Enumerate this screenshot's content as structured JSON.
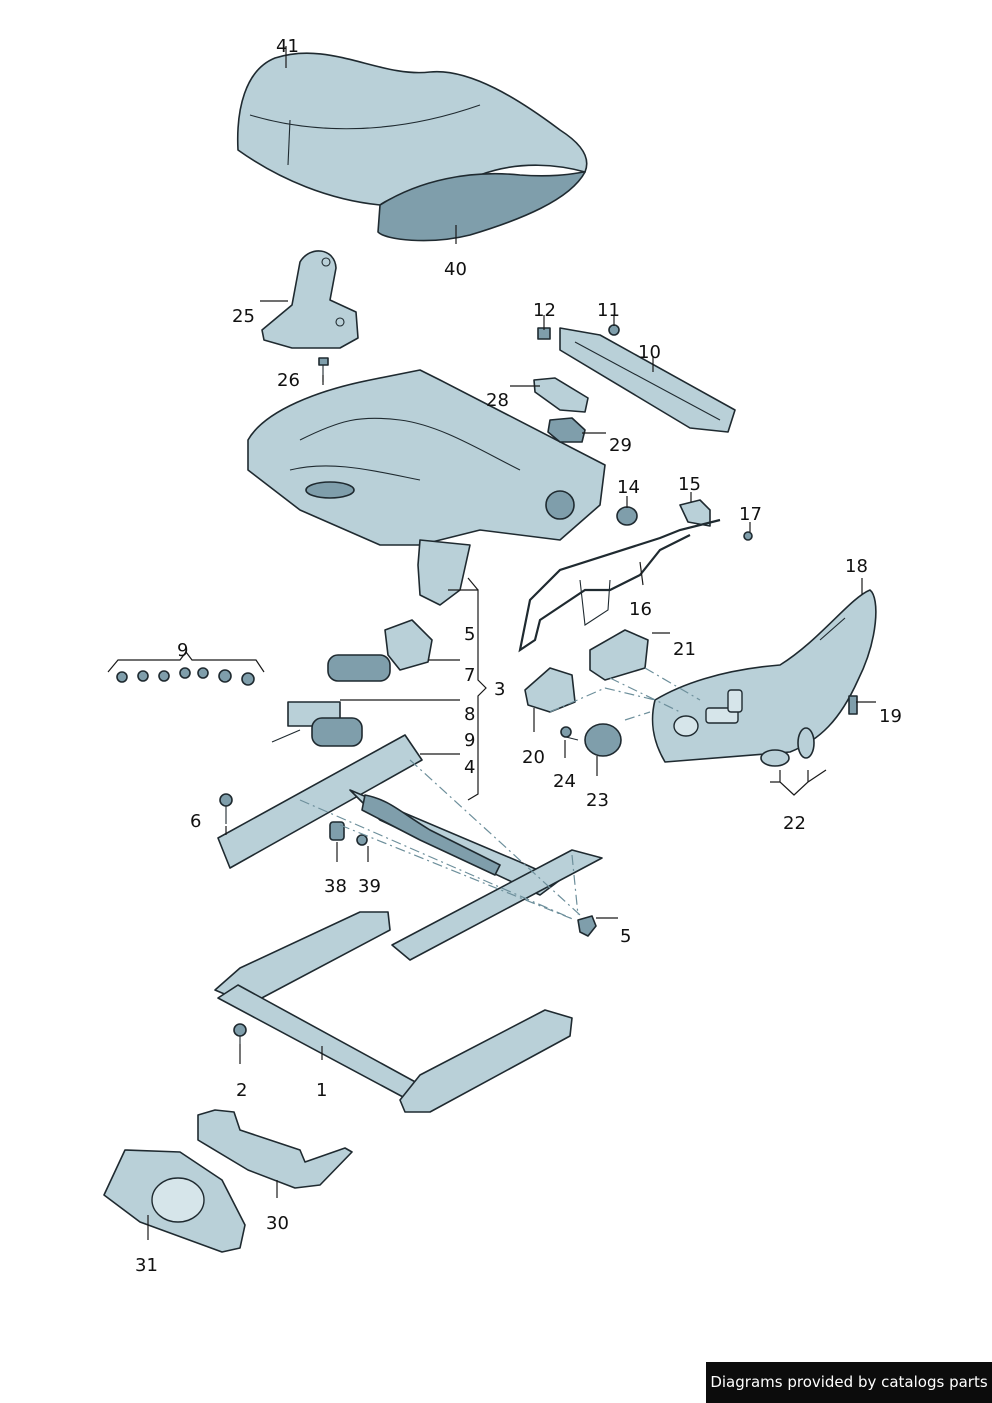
{
  "labels": {
    "l1": "1",
    "l2": "2",
    "l3": "3",
    "l4": "4",
    "l5a": "5",
    "l5b": "5",
    "l6": "6",
    "l7": "7",
    "l8": "8",
    "l9a": "9",
    "l9b": "9",
    "l10": "10",
    "l11": "11",
    "l12": "12",
    "l14": "14",
    "l15": "15",
    "l16": "16",
    "l17": "17",
    "l18": "18",
    "l19": "19",
    "l20": "20",
    "l21": "21",
    "l22": "22",
    "l23": "23",
    "l24": "24",
    "l25": "25",
    "l26": "26",
    "l28": "28",
    "l29": "29",
    "l30": "30",
    "l31": "31",
    "l38": "38",
    "l39": "39",
    "l40": "40",
    "l41": "41"
  },
  "footer": {
    "credit": "Diagrams provided by catalogs parts"
  },
  "colors": {
    "part_fill": "#b9d0d8",
    "part_dark": "#7f9eab",
    "outline": "#1f2a30",
    "footer_bg": "#0c0c0c"
  }
}
